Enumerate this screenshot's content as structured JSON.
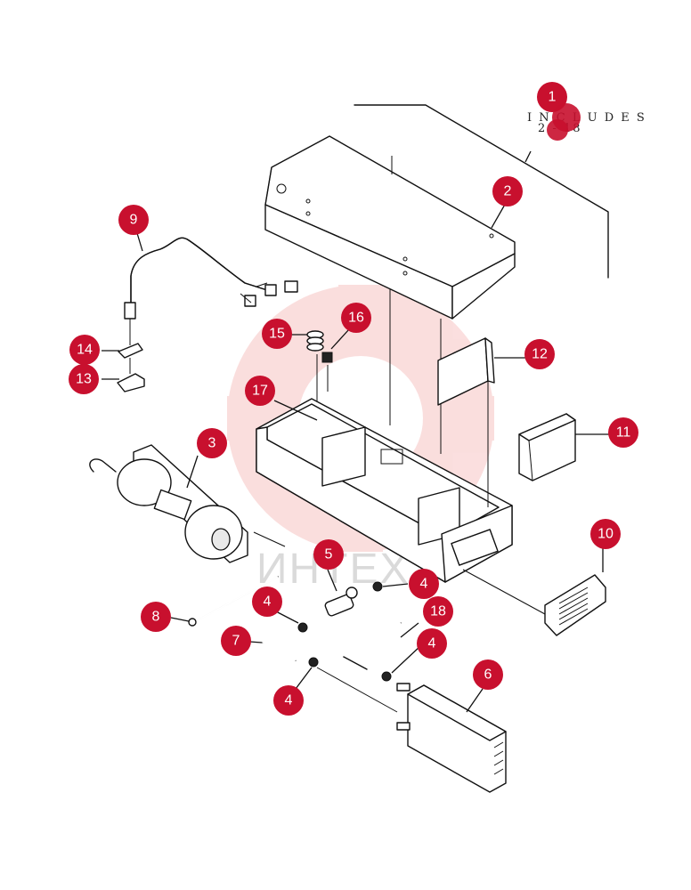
{
  "watermark": {
    "text": "ИНТЕХ",
    "gear_color": "#e53935"
  },
  "note": {
    "line1": "I N C L U D E S",
    "line2": "2 - 18"
  },
  "callouts": [
    {
      "id": "c1",
      "label": "1"
    },
    {
      "id": "c2",
      "label": "2"
    },
    {
      "id": "c3",
      "label": "3"
    },
    {
      "id": "c4a",
      "label": "4"
    },
    {
      "id": "c4b",
      "label": "4"
    },
    {
      "id": "c4c",
      "label": "4"
    },
    {
      "id": "c4d",
      "label": "4"
    },
    {
      "id": "c5",
      "label": "5"
    },
    {
      "id": "c6",
      "label": "6"
    },
    {
      "id": "c7",
      "label": "7"
    },
    {
      "id": "c8",
      "label": "8"
    },
    {
      "id": "c9",
      "label": "9"
    },
    {
      "id": "c10",
      "label": "10"
    },
    {
      "id": "c11",
      "label": "11"
    },
    {
      "id": "c12",
      "label": "12"
    },
    {
      "id": "c13",
      "label": "13"
    },
    {
      "id": "c14",
      "label": "14"
    },
    {
      "id": "c15",
      "label": "15"
    },
    {
      "id": "c16",
      "label": "16"
    },
    {
      "id": "c17",
      "label": "17"
    },
    {
      "id": "c18",
      "label": "18"
    }
  ],
  "colors": {
    "callout": "#c8102e",
    "callout_text": "#ffffff",
    "line": "#111111"
  }
}
